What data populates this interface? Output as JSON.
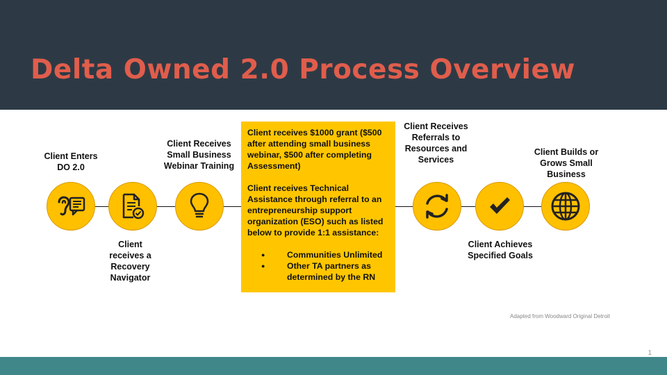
{
  "title": "Delta Owned 2.0 Process Overview",
  "steps": [
    {
      "label": "Client Enters DO 2.0",
      "icon": "ear-speech-icon"
    },
    {
      "label": "Client receives a Recovery Navigator",
      "icon": "document-check-icon"
    },
    {
      "label": "Client Receives Small Business Webinar Training",
      "icon": "lightbulb-icon"
    },
    {
      "label": "Client Receives Referrals to Resources and Services",
      "icon": "refresh-cycle-icon"
    },
    {
      "label": "Client Achieves Specified Goals",
      "icon": "checkmark-icon"
    },
    {
      "label": "Client Builds or Grows Small Business",
      "icon": "globe-icon"
    }
  ],
  "callout": {
    "grant_text": "Client receives $1000 grant ($500 after attending small business webinar, $500 after completing Assessment)",
    "ta_text": "Client receives Technical Assistance through referral to an entrepreneurship support organization (ESO)  such as listed below to provide 1:1 assistance:",
    "bullets": [
      "Communities Unlimited",
      "Other TA partners as determined by the RN"
    ]
  },
  "credit": "Adapted from Woodward Original Detroit",
  "page_number": "1",
  "colors": {
    "header_bg": "#2d3a45",
    "title": "#e05d4c",
    "accent_yellow": "#ffc000",
    "footer_bar": "#3f8789"
  }
}
